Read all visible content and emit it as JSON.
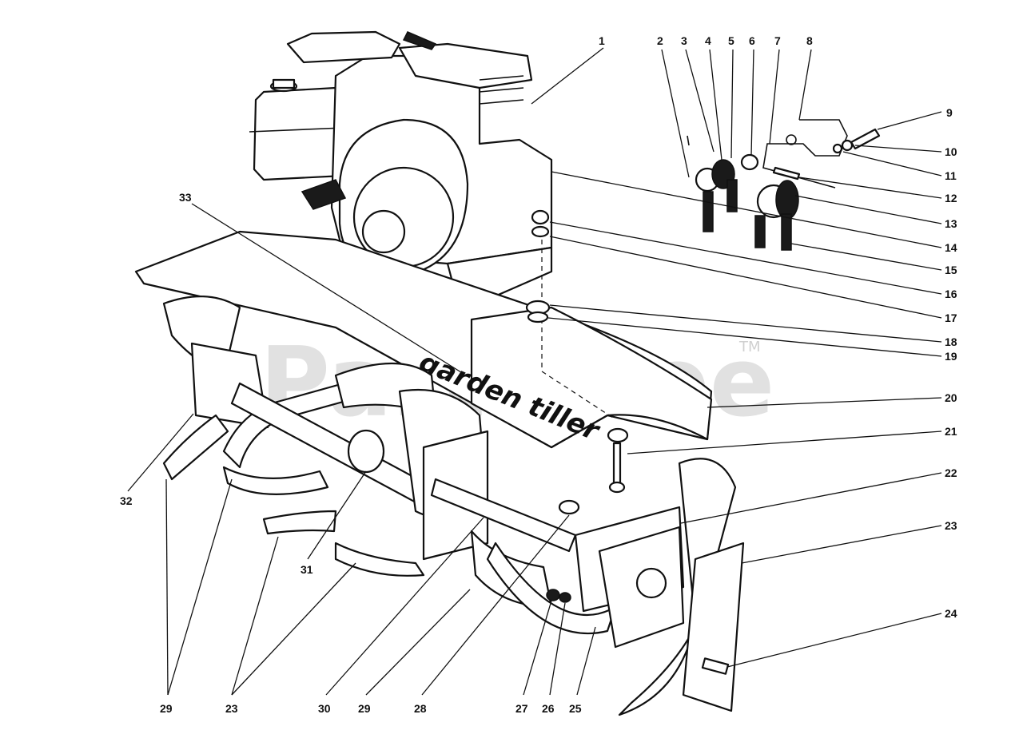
{
  "watermark": {
    "text": "PartsTree",
    "tm": "TM"
  },
  "shield_text": "garden tiller",
  "callouts": [
    {
      "id": "1",
      "label": "1"
    },
    {
      "id": "2",
      "label": "2"
    },
    {
      "id": "3",
      "label": "3"
    },
    {
      "id": "4",
      "label": "4"
    },
    {
      "id": "5",
      "label": "5"
    },
    {
      "id": "6",
      "label": "6"
    },
    {
      "id": "7",
      "label": "7"
    },
    {
      "id": "8",
      "label": "8"
    },
    {
      "id": "9",
      "label": "9"
    },
    {
      "id": "10",
      "label": "10"
    },
    {
      "id": "11",
      "label": "11"
    },
    {
      "id": "12",
      "label": "12"
    },
    {
      "id": "13",
      "label": "13"
    },
    {
      "id": "14",
      "label": "14"
    },
    {
      "id": "15",
      "label": "15"
    },
    {
      "id": "16",
      "label": "16"
    },
    {
      "id": "17",
      "label": "17"
    },
    {
      "id": "18",
      "label": "18"
    },
    {
      "id": "19",
      "label": "19"
    },
    {
      "id": "20",
      "label": "20"
    },
    {
      "id": "21",
      "label": "21"
    },
    {
      "id": "22",
      "label": "22"
    },
    {
      "id": "23a",
      "label": "23"
    },
    {
      "id": "24",
      "label": "24"
    },
    {
      "id": "25",
      "label": "25"
    },
    {
      "id": "26",
      "label": "26"
    },
    {
      "id": "27",
      "label": "27"
    },
    {
      "id": "28",
      "label": "28"
    },
    {
      "id": "29a",
      "label": "29"
    },
    {
      "id": "30",
      "label": "30"
    },
    {
      "id": "23b",
      "label": "23"
    },
    {
      "id": "29b",
      "label": "29"
    },
    {
      "id": "31",
      "label": "31"
    },
    {
      "id": "32",
      "label": "32"
    },
    {
      "id": "33",
      "label": "33"
    }
  ]
}
